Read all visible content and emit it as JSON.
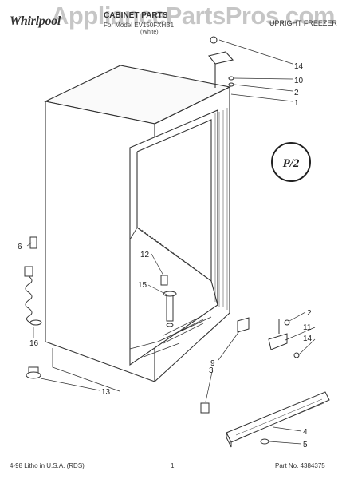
{
  "header": {
    "brand_logo": "Whirlpool",
    "watermark": "AppliancePartsPros.com",
    "title": "CABINET PARTS",
    "model_line": "For Model EV150FXHB1",
    "revision": "(White)",
    "product_type": "UPRIGHT FREEZER"
  },
  "badge": {
    "text": "P/2"
  },
  "callouts": [
    "14",
    "10",
    "2",
    "1",
    "6",
    "12",
    "15",
    "16",
    "13",
    "9",
    "3",
    "2",
    "11",
    "14",
    "4",
    "5"
  ],
  "footer": {
    "litho": "4-98 Litho in U.S.A. (RDS)",
    "page_number": "1",
    "part_no": "Part No. 4384375"
  }
}
